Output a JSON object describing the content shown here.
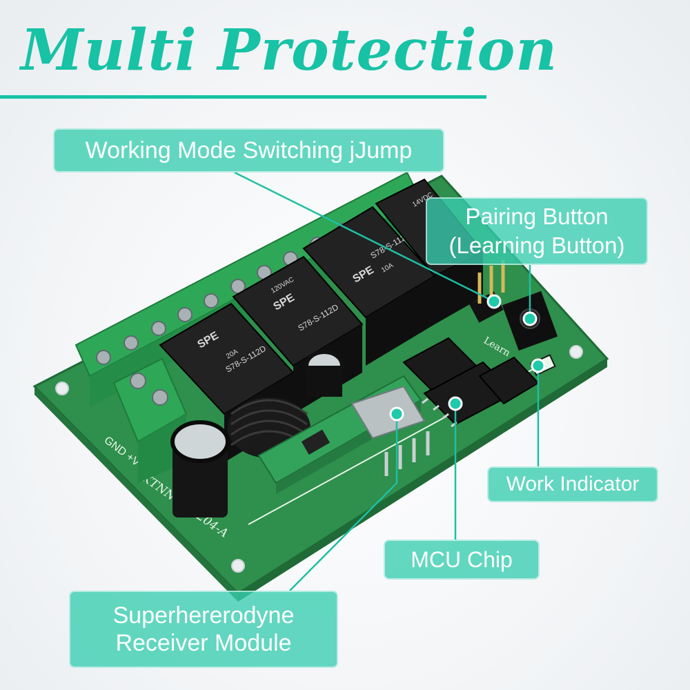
{
  "title": "Multi Protection",
  "callouts": {
    "jump": "Working Mode Switching jJump",
    "pairing_line1": "Pairing Button",
    "pairing_line2": "(Learning Button)",
    "work_indicator": "Work Indicator",
    "mcu": "MCU Chip",
    "receiver_line1": "Superhererodyne",
    "receiver_line2": "Receiver Module"
  },
  "board": {
    "relay_brand": "SPE",
    "relay_model": "S78-S-112D",
    "relay_rating_1": "20A",
    "relay_rating_2": "10A",
    "relay_voltage_1": "14VDC",
    "relay_voltage_2": "120VAC",
    "silk_power": "GND +V",
    "silk_model": "KTNN-KG1204-A",
    "silk_learn": "Learn"
  },
  "colors": {
    "accent": "#17c2a5",
    "pcb": "#2f8f4c",
    "terminal": "#2ea857",
    "relay": "#1a1a1a"
  }
}
